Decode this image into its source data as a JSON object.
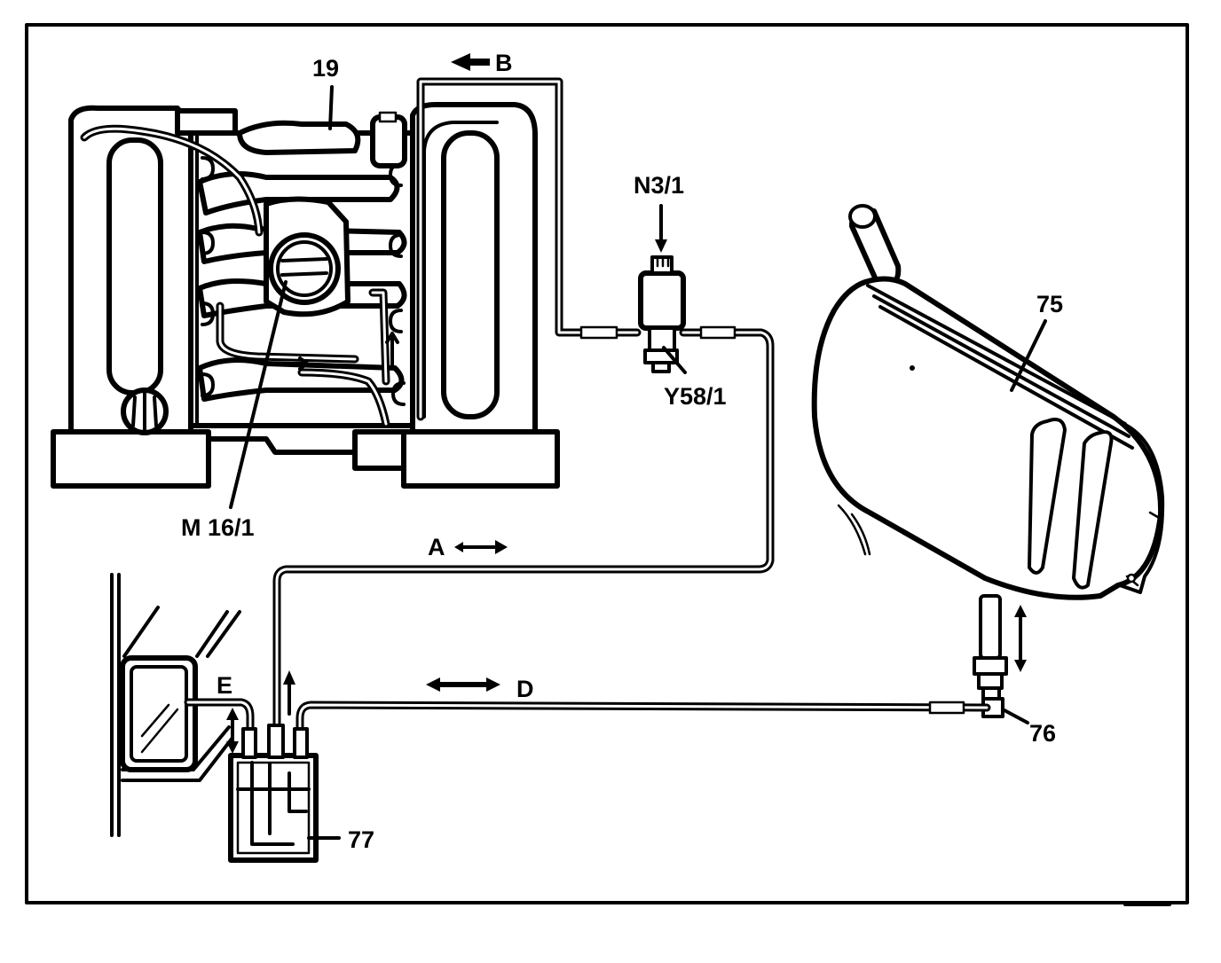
{
  "labels": {
    "l19": "19",
    "b": "B",
    "n31": "N3/1",
    "y581": "Y58/1",
    "m161": "M 16/1",
    "a": "A",
    "d": "D",
    "e": "E",
    "l75": "75",
    "l76": "76",
    "l77": "77"
  },
  "colors": {
    "ink": "#000000",
    "paper": "#ffffff"
  }
}
